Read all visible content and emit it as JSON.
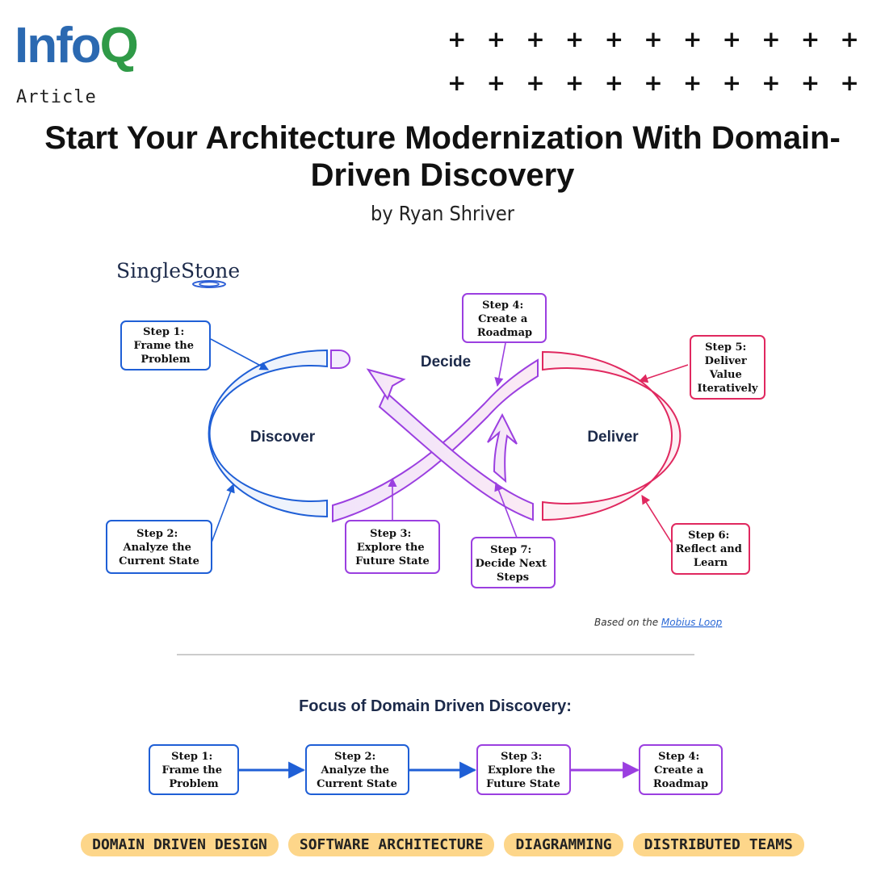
{
  "header": {
    "logo_part1": "Info",
    "logo_part2": "Q",
    "kind": "Article",
    "plus_rows": [
      [
        "+",
        "+",
        "+",
        "+",
        "+",
        "+",
        "+",
        "+",
        "+",
        "+",
        "+"
      ],
      [
        "+",
        "+",
        "+",
        "+",
        "+",
        "+",
        "+",
        "+",
        "+",
        "+",
        "+"
      ]
    ]
  },
  "article": {
    "title_line1": "Start Your Architecture Modernization With Domain-",
    "title_line2": "Driven Discovery",
    "byline": "by Ryan Shriver"
  },
  "diagram": {
    "brand": "SingleStone",
    "phases": {
      "discover": "Discover",
      "decide": "Decide",
      "deliver": "Deliver"
    },
    "steps": [
      {
        "id": "s1",
        "lines": [
          "Step 1:",
          "Frame the",
          "Problem"
        ]
      },
      {
        "id": "s2",
        "lines": [
          "Step 2:",
          "Analyze the",
          "Current State"
        ]
      },
      {
        "id": "s3",
        "lines": [
          "Step 3:",
          "Explore the",
          "Future State"
        ]
      },
      {
        "id": "s4",
        "lines": [
          "Step 4:",
          "Create a",
          "Roadmap"
        ]
      },
      {
        "id": "s5",
        "lines": [
          "Step 5:",
          "Deliver",
          "Value",
          "Iteratively"
        ]
      },
      {
        "id": "s6",
        "lines": [
          "Step 6:",
          "Reflect and",
          "Learn"
        ]
      },
      {
        "id": "s7",
        "lines": [
          "Step 7:",
          "Decide Next",
          "Steps"
        ]
      }
    ],
    "credit_prefix": "Based on the ",
    "credit_link": "Mobius Loop",
    "focus_title": "Focus of Domain Driven Discovery:",
    "flow": [
      {
        "lines": [
          "Step 1:",
          "Frame the",
          "Problem"
        ]
      },
      {
        "lines": [
          "Step 2:",
          "Analyze the",
          "Current State"
        ]
      },
      {
        "lines": [
          "Step 3:",
          "Explore the",
          "Future State"
        ]
      },
      {
        "lines": [
          "Step 4:",
          "Create a",
          "Roadmap"
        ]
      }
    ],
    "colors": {
      "blue": "#1f5fd6",
      "purple": "#9b3fe0",
      "pink": "#e0285f",
      "dark": "#1c2a4a"
    }
  },
  "tags": [
    "DOMAIN DRIVEN DESIGN",
    "SOFTWARE ARCHITECTURE",
    "DIAGRAMMING",
    "DISTRIBUTED TEAMS"
  ]
}
